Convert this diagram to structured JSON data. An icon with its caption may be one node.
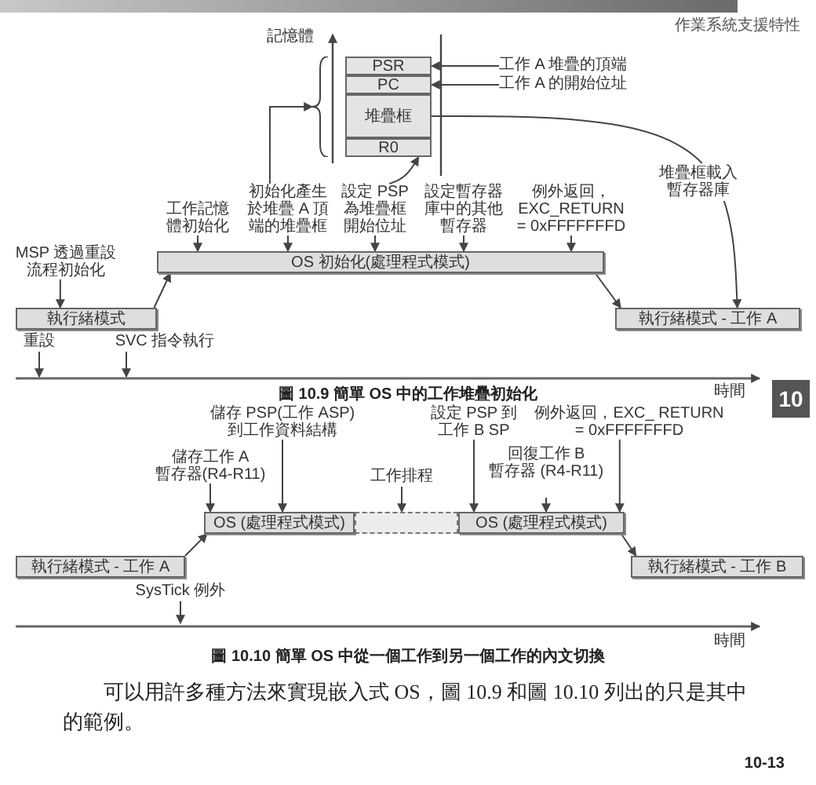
{
  "diagram": {
    "nodes": [
      {
        "text": [
          "PSR"
        ]
      },
      {
        "text": [
          "PC"
        ]
      },
      {
        "text": [
          "堆疊框"
        ]
      },
      {
        "text": [
          "R0"
        ]
      },
      {
        "text": [
          "工作 A 堆疊的頂端"
        ]
      },
      {
        "text": [
          "工作 A 的開始位址"
        ]
      },
      {
        "text": [
          "工作記憶體初始化"
        ]
      },
      {
        "text": [
          "初始化產生於堆疊 A 頂端的堆疊框"
        ]
      },
      {
        "text": [
          "設定 PSP 為堆疊框開始位址"
        ]
      },
      {
        "text": [
          "設定暫存器庫中的其他暫存器"
        ]
      },
      {
        "text": [
          "例外返回，EXC_RETURN = 0xFFFFFFFD"
        ]
      },
      {
        "text": [
          "MSP 透過重設流程初始化"
        ]
      },
      {
        "text": [
          "OS 初始化(處理程式模式)"
        ]
      },
      {
        "text": [
          "執行緒模式"
        ]
      },
      {
        "text": [
          "執行緒模式 - 工作 A"
        ]
      },
      {
        "text": [
          "重設"
        ]
      },
      {
        "text": [
          "SVC 指令執行"
        ]
      },
      {
        "text": [
          "儲存 PSP(工作 ASP) 到工作資料結構"
        ]
      },
      {
        "text": [
          "設定 PSP 到工作 B SP"
        ]
      },
      {
        "text": [
          "例外返回，EXC_ RETURN = 0xFFFFFFFD"
        ]
      },
      {
        "text": [
          "儲存工作 A 暫存器(R4-R11)"
        ]
      },
      {
        "text": [
          "回復工作 B 暫存器 (R4-R11)"
        ]
      },
      {
        "text": [
          "工作排程"
        ]
      },
      {
        "text": [
          "OS (處理程式模式)"
        ]
      },
      {
        "text": [],
        "shape": "box"
      },
      {
        "text": [
          "OS (處理程式模式)"
        ]
      },
      {
        "text": [
          "執行緒模式 - 工作 A"
        ]
      },
      {
        "text": [
          "執行緒模式 - 工作 B"
        ]
      },
      {
        "text": [
          "SysTick 例外"
        ]
      },
      {
        "text": [],
        "shape": "brace"
      }
    ],
    "edges": [
      {
        "from": 4,
        "to": 0,
        "arrow": "to"
      },
      {
        "from": 5,
        "to": 1,
        "arrow": "to"
      },
      {
        "from": 2,
        "to": 14,
        "arrow": "to",
        "label": "堆疊框載入暫存器庫"
      },
      {
        "from": 7,
        "to": 29,
        "arrow": "to"
      },
      {
        "from": 8,
        "to": 3,
        "arrow": "to"
      },
      {
        "from": 6,
        "to": 12,
        "arrow": "to"
      },
      {
        "from": 7,
        "to": 12,
        "arrow": "to"
      },
      {
        "from": 8,
        "to": 12,
        "arrow": "to"
      },
      {
        "from": 9,
        "to": 12,
        "arrow": "to"
      },
      {
        "from": 10,
        "to": 12,
        "arrow": "to"
      },
      {
        "from": 11,
        "to": 13,
        "arrow": "to"
      },
      {
        "from": 13,
        "to": 12,
        "arrow": "to"
      },
      {
        "from": 12,
        "to": 14,
        "arrow": "to"
      },
      {
        "from": 15,
        "to": null,
        "arrow": "to"
      },
      {
        "from": 16,
        "to": null,
        "arrow": "to"
      },
      {
        "from": 20,
        "to": 23,
        "arrow": "to"
      },
      {
        "from": 17,
        "to": 23,
        "arrow": "to"
      },
      {
        "from": 22,
        "to": 24,
        "arrow": "to"
      },
      {
        "from": 18,
        "to": 25,
        "arrow": "to"
      },
      {
        "from": 21,
        "to": 25,
        "arrow": "to"
      },
      {
        "from": 19,
        "to": 25,
        "arrow": "to"
      },
      {
        "from": 26,
        "to": 23,
        "arrow": "to"
      },
      {
        "from": 25,
        "to": 27,
        "arrow": "to"
      },
      {
        "from": 28,
        "to": null,
        "arrow": "to"
      }
    ],
    "labels": [
      "作業系統支援特性",
      "記憶體",
      "時間",
      "圖 10.9 簡單 OS 中的工作堆疊初始化",
      "10",
      "時間",
      "圖 10.10 簡單 OS 中從一個工作到另一個工作的內文切換",
      "可以用許多種方法來實現嵌入式 OS，圖 10.9 和圖 10.10 列出的只是其中的範例。",
      "10-13"
    ]
  }
}
